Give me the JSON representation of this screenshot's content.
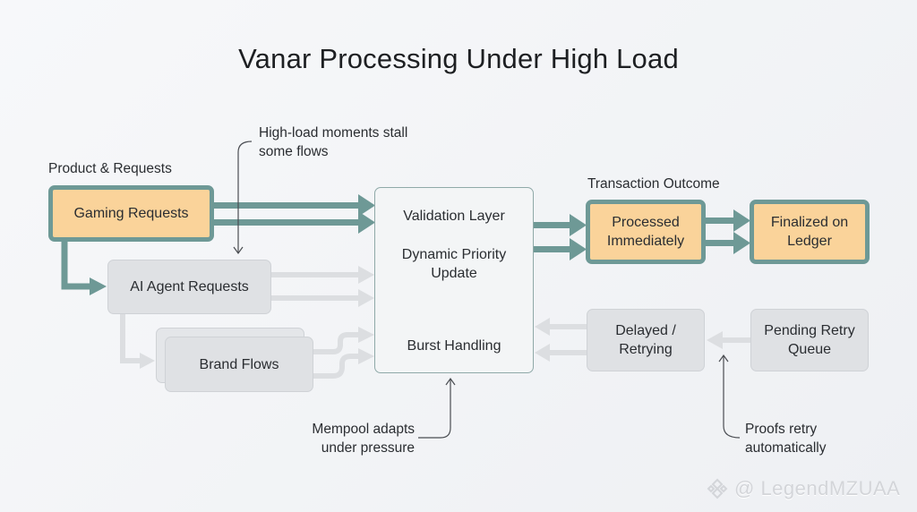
{
  "title": "Vanar Processing Under High Load",
  "sections": {
    "products": "Product & Requests",
    "outcome": "Transaction Outcome"
  },
  "nodes": {
    "gaming": "Gaming Requests",
    "ai_agent": "AI Agent Requests",
    "brand": "Brand Flows",
    "center": {
      "validation": "Validation Layer",
      "priority": "Dynamic Priority Update",
      "burst": "Burst Handling"
    },
    "processed": "Processed Immediately",
    "finalized": "Finalized on Ledger",
    "delayed": "Delayed / Retrying",
    "pending": "Pending Retry Queue"
  },
  "annotations": {
    "high_load": "High-load moments stall some flows",
    "mempool": "Mempool adapts under pressure",
    "proofs": "Proofs retry automatically"
  },
  "watermark": "@ LegendMZUAA",
  "colors": {
    "active_fill": "#fad39a",
    "active_stroke": "#6e9996",
    "muted_fill": "#dfe1e4",
    "muted_arrow": "#dcdee1"
  }
}
